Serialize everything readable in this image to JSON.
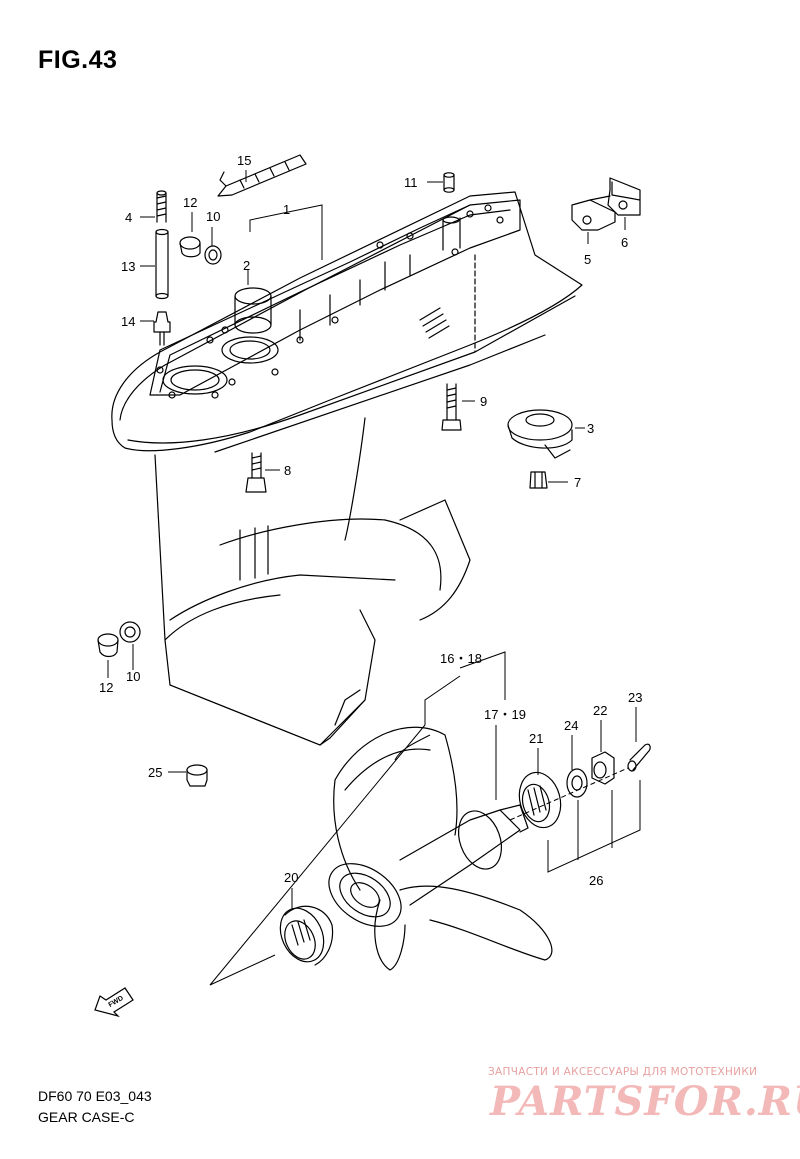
{
  "figure": {
    "title": "FIG.43",
    "model_code": "DF60 70 E03_043",
    "assembly_name": "GEAR CASE-C"
  },
  "watermark": {
    "tagline": "ЗАПЧАСТИ И АКСЕССУАРЫ ДЛЯ МОТОТЕХНИКИ",
    "brand": "PARTSFOR.RU"
  },
  "fwd_label": "FWD",
  "callouts": {
    "c1": "1",
    "c2": "2",
    "c3": "3",
    "c4": "4",
    "c5": "5",
    "c6": "6",
    "c7": "7",
    "c8": "8",
    "c9": "9",
    "c10a": "10",
    "c10b": "10",
    "c11": "11",
    "c12a": "12",
    "c12b": "12",
    "c13": "13",
    "c14": "14",
    "c15": "15",
    "c16_18": "16・18",
    "c17_19": "17・19",
    "c20": "20",
    "c21": "21",
    "c22": "22",
    "c23": "23",
    "c24": "24",
    "c25": "25",
    "c26": "26"
  }
}
